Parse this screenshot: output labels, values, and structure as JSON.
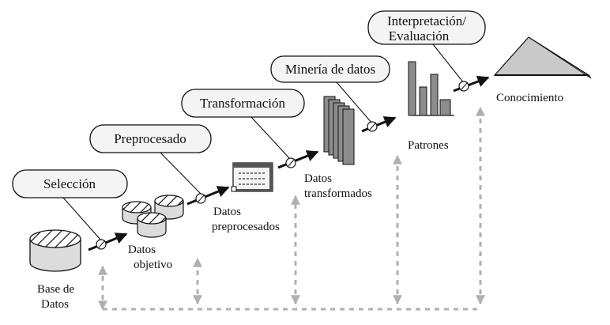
{
  "steps": {
    "seleccion": "Selección",
    "preprocesado": "Preprocesado",
    "transformacion": "Transformación",
    "mineria": "Minería de datos",
    "interpretacion_l1": "Interpretación/",
    "interpretacion_l2": "Evaluación"
  },
  "items": {
    "base_l1": "Base de",
    "base_l2": "Datos",
    "objetivo_l1": "Datos",
    "objetivo_l2": "objetivo",
    "preprocesados_l1": "Datos",
    "preprocesados_l2": "preprocesados",
    "transformados_l1": "Datos",
    "transformados_l2": "transformados",
    "patrones": "Patrones",
    "conocimiento": "Conocimiento"
  },
  "colors": {
    "stroke": "#111111",
    "label_fill": "#f4f4f4",
    "cylinder_fill": "#dcdcdc",
    "stack_fill": "#8c8c8c",
    "bar_fill": "#8c8c8c",
    "pyramid_fill": "#c9c9c9",
    "feedback_arrow": "#b0b0b0"
  }
}
